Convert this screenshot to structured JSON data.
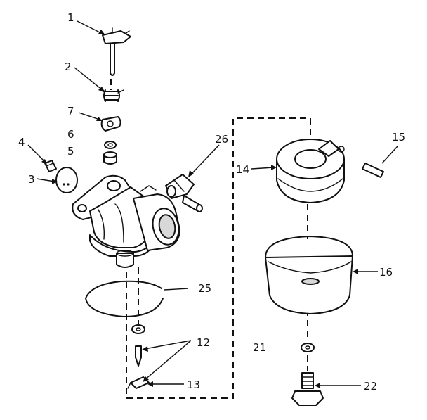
{
  "callouts": [
    {
      "id": "1",
      "text": "1"
    },
    {
      "id": "2",
      "text": "2"
    },
    {
      "id": "7",
      "text": "7"
    },
    {
      "id": "6",
      "text": "6"
    },
    {
      "id": "5",
      "text": "5"
    },
    {
      "id": "4",
      "text": "4"
    },
    {
      "id": "3",
      "text": "3"
    },
    {
      "id": "26",
      "text": "26"
    },
    {
      "id": "14",
      "text": "14"
    },
    {
      "id": "15",
      "text": "15"
    },
    {
      "id": "16",
      "text": "16"
    },
    {
      "id": "25",
      "text": "25"
    },
    {
      "id": "12",
      "text": "12"
    },
    {
      "id": "13",
      "text": "13"
    },
    {
      "id": "21",
      "text": "21"
    },
    {
      "id": "22",
      "text": "22"
    }
  ]
}
